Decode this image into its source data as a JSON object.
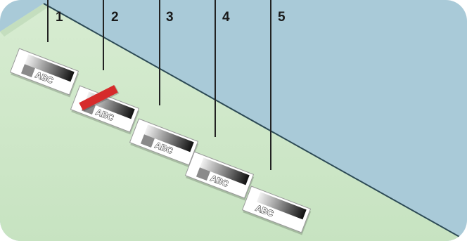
{
  "diagram": {
    "background_color": "#a9cad8",
    "floor_color": "#cfe8c9",
    "floor_edge_color": "#2c4a55",
    "alert_bar_color": "#d62b2b",
    "callouts": [
      {
        "label": "1"
      },
      {
        "label": "2"
      },
      {
        "label": "3"
      },
      {
        "label": "4"
      },
      {
        "label": "5"
      }
    ],
    "card_text": "ABC"
  }
}
